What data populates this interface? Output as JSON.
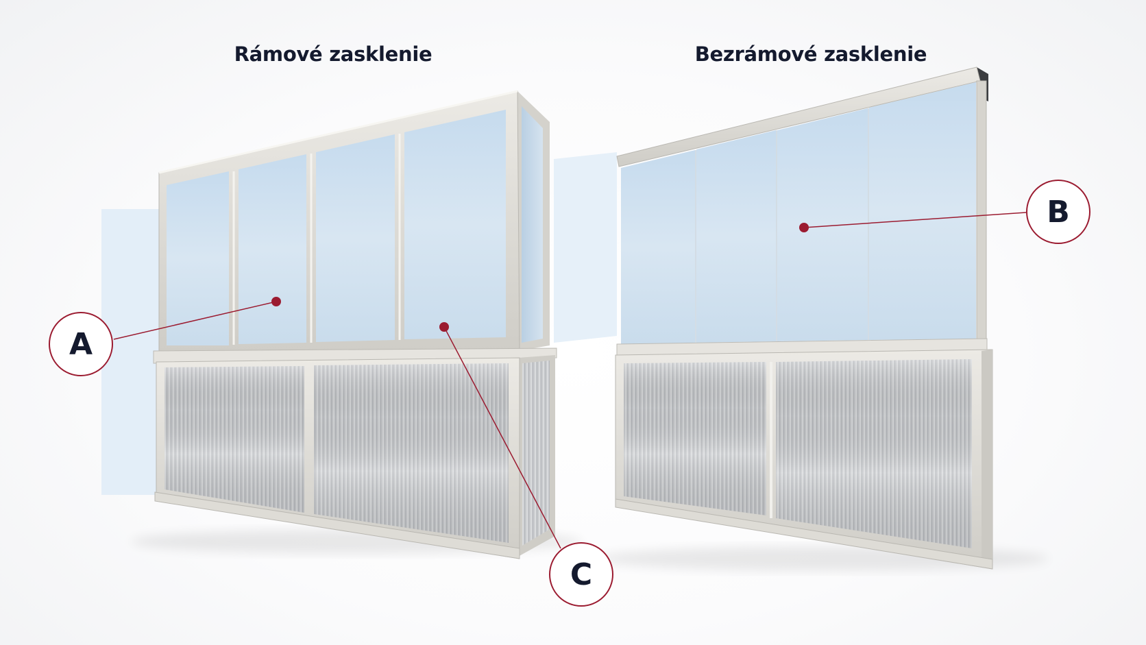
{
  "titles": {
    "framed": "Rámové zasklenie",
    "frameless": "Bezrámové zasklenie"
  },
  "callouts": {
    "a": "A",
    "b": "B",
    "c": "C"
  },
  "colors": {
    "accent": "#9b1b30",
    "text": "#141a2e",
    "frame": "#d9d7d1",
    "glass": "#cfdfee"
  }
}
